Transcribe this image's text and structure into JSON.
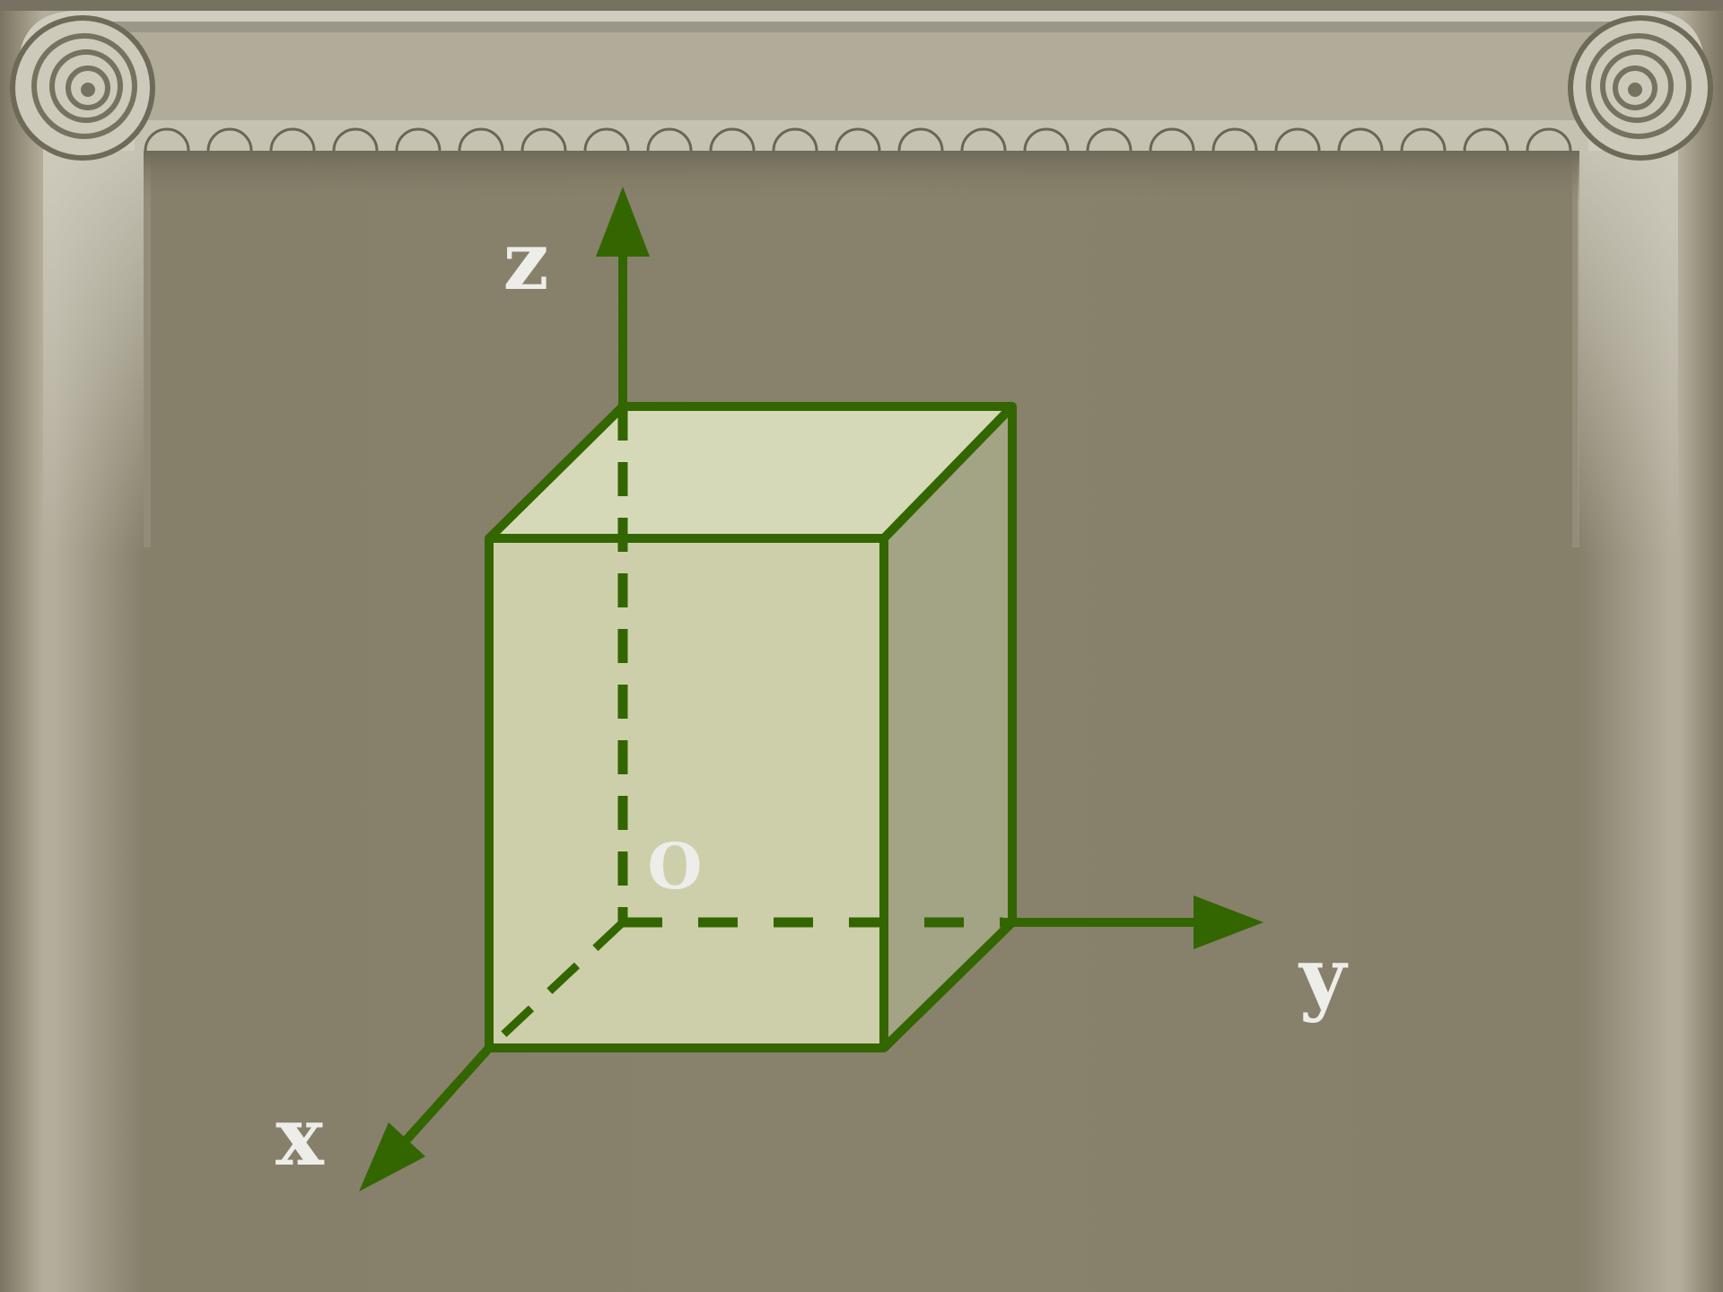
{
  "diagram": {
    "labels": {
      "z": "z",
      "y": "y",
      "x": "x",
      "origin": "O"
    }
  },
  "colors": {
    "line": "#336600",
    "front_face": "#cdcfaa",
    "top_face": "#d5d9b8",
    "side_face": "#a3a385",
    "background": "#88826c",
    "label": "#ededea"
  }
}
